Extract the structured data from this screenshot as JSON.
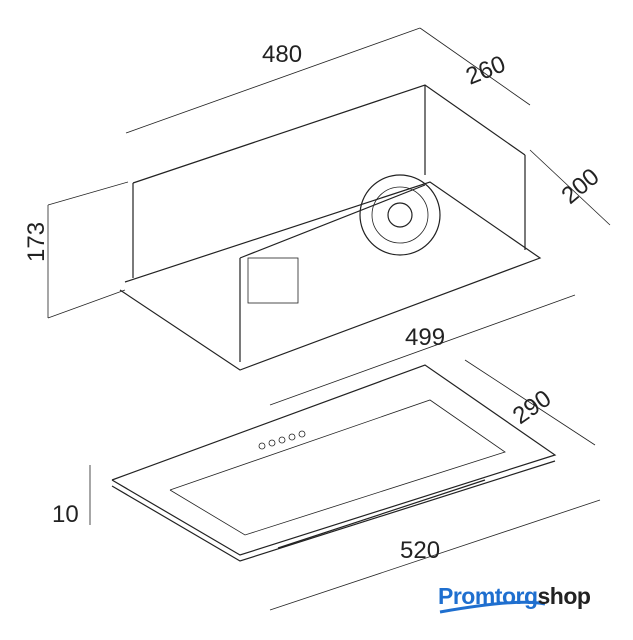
{
  "dimensions": {
    "box_width": "480",
    "box_depth": "260",
    "box_side": "200",
    "box_height": "173",
    "box_base_width": "499",
    "panel_depth": "290",
    "panel_thickness": "10",
    "panel_width": "520"
  },
  "logo": {
    "part1": "Promtorg",
    "part2": "shop"
  },
  "colors": {
    "brand": "#1f6fcf",
    "line": "#222222"
  }
}
